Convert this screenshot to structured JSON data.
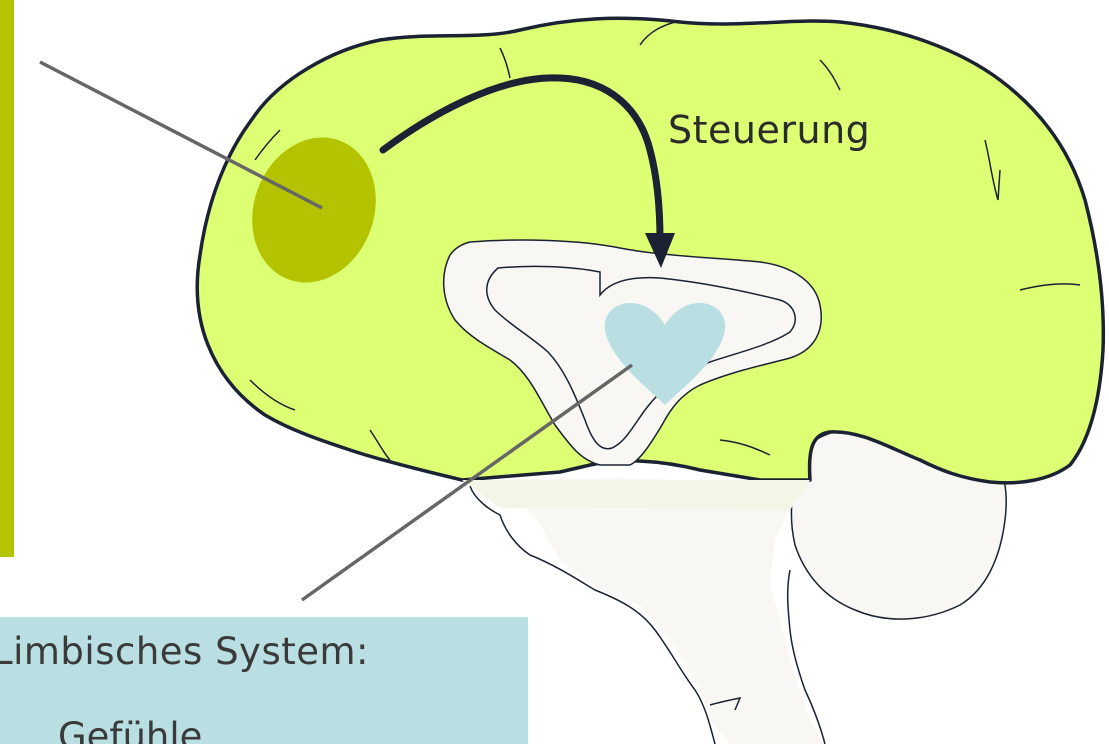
{
  "diagram": {
    "label_steuerung": "Steuerung",
    "limbic_title": "Limbisches System:",
    "limbic_subtitle": "Gefühle"
  },
  "colors": {
    "cortex_fill": "#dcff73",
    "prefrontal_area": "#b3c300",
    "inner_region": "#f9f7f3",
    "heart": "#b9dfe2",
    "outline": "#1a2233",
    "pointer_lines": "#666666",
    "accent_bar": "#b3c300",
    "limbic_box": "#b9dfe2"
  },
  "icons": {
    "heart": "heart-icon",
    "arrow": "curved-arrow-icon"
  }
}
